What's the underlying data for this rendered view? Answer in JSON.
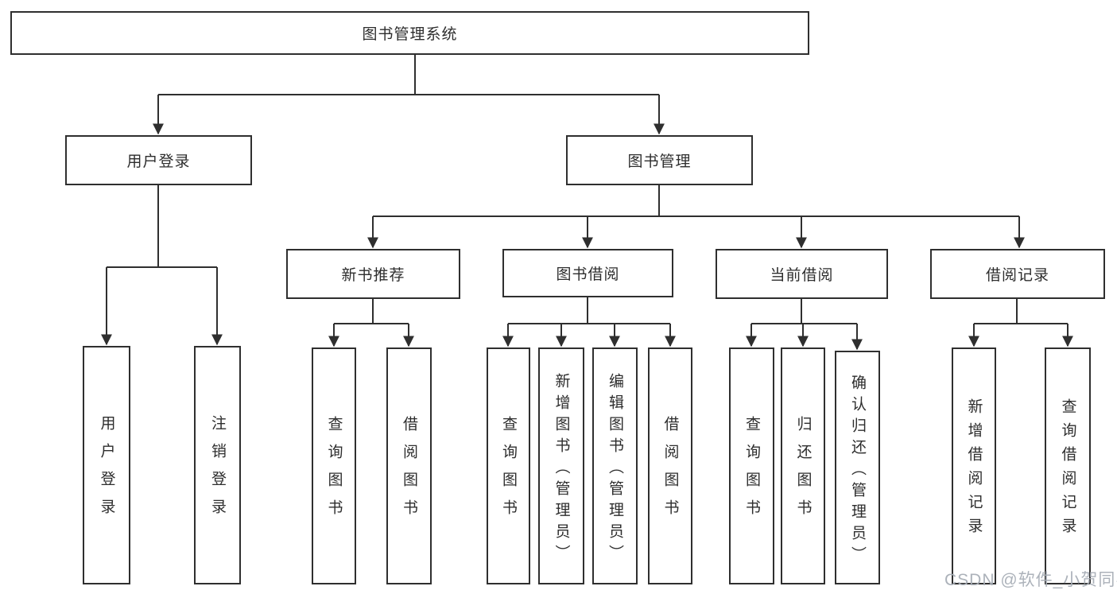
{
  "diagram": {
    "title": "图书管理系统",
    "level2": {
      "user_login": "用户登录",
      "book_mgmt": "图书管理"
    },
    "level3": {
      "new_book": "新书推荐",
      "borrow": "图书借阅",
      "current": "当前借阅",
      "record": "借阅记录"
    },
    "leaves": {
      "user_login": "用户登录",
      "logout": "注销登录",
      "nb_query": "查询图书",
      "nb_borrow": "借阅图书",
      "bw_query": "查询图书",
      "bw_add": "新增图书（管理员）",
      "bw_edit": "编辑图书（管理员）",
      "bw_borrow": "借阅图书",
      "cu_query": "查询图书",
      "cu_return": "归还图书",
      "cu_confirm": "确认归还（管理员）",
      "rc_add": "新增借阅记录",
      "rc_query": "查询借阅记录"
    }
  },
  "watermark": "CSDN @软件_小贺同学",
  "colors": {
    "line": "#2f2f2f",
    "box_border": "#2f2f2f",
    "text": "#2d2d2d",
    "watermark": "#a8aeb6",
    "background": "#ffffff"
  }
}
